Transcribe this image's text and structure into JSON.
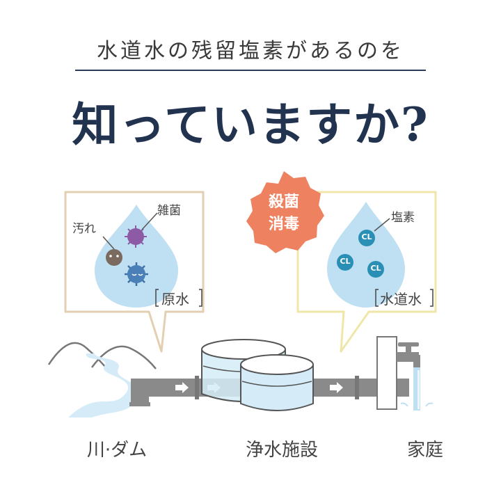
{
  "header": {
    "subtitle": "水道水の残留塩素があるのを",
    "title": "知っていますか?"
  },
  "left_bubble": {
    "label_dirt": "汚れ",
    "label_bacteria": "雑菌",
    "tag": "原水"
  },
  "right_bubble": {
    "badge_line1": "殺菌",
    "badge_line2": "消毒",
    "label_chlorine": "塩素",
    "chlorine_symbol": "CL",
    "tag": "水道水"
  },
  "stages": {
    "river": "川·ダム",
    "plant": "浄水施設",
    "home": "家庭"
  },
  "colors": {
    "navy": "#22334f",
    "drop": "#bfe0f2",
    "left_frame": "#e3cfb1",
    "right_frame": "#f0e6a8",
    "badge": "#ee8260",
    "chlorine": "#2a8fb5",
    "pipe": "#8a8a8a"
  }
}
